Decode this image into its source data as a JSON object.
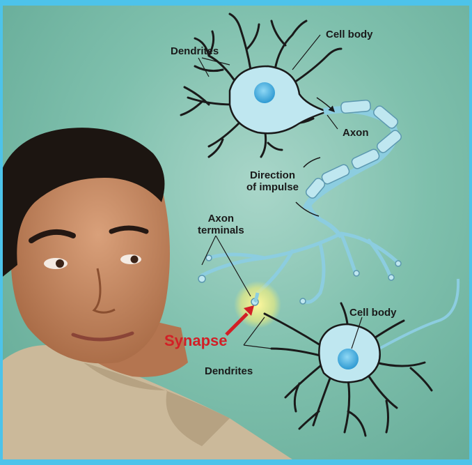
{
  "labels": {
    "dendrites_top": "Dendrites",
    "cell_body_top": "Cell body",
    "axon": "Axon",
    "direction_line1": "Direction",
    "direction_line2": "of impulse",
    "axon_terminals_line1": "Axon",
    "axon_terminals_line2": "terminals",
    "cell_body_bottom": "Cell body",
    "synapse": "Synapse",
    "dendrites_bottom": "Dendrites"
  },
  "colors": {
    "frame": "#4dc3ea",
    "neuron_fill": "#bfe7f0",
    "nucleus": "#3aa9dc",
    "synapse_label": "#d21f26",
    "synapse_glow": "#fff36b"
  },
  "photo": {
    "subject": "teen-boy-photo"
  }
}
